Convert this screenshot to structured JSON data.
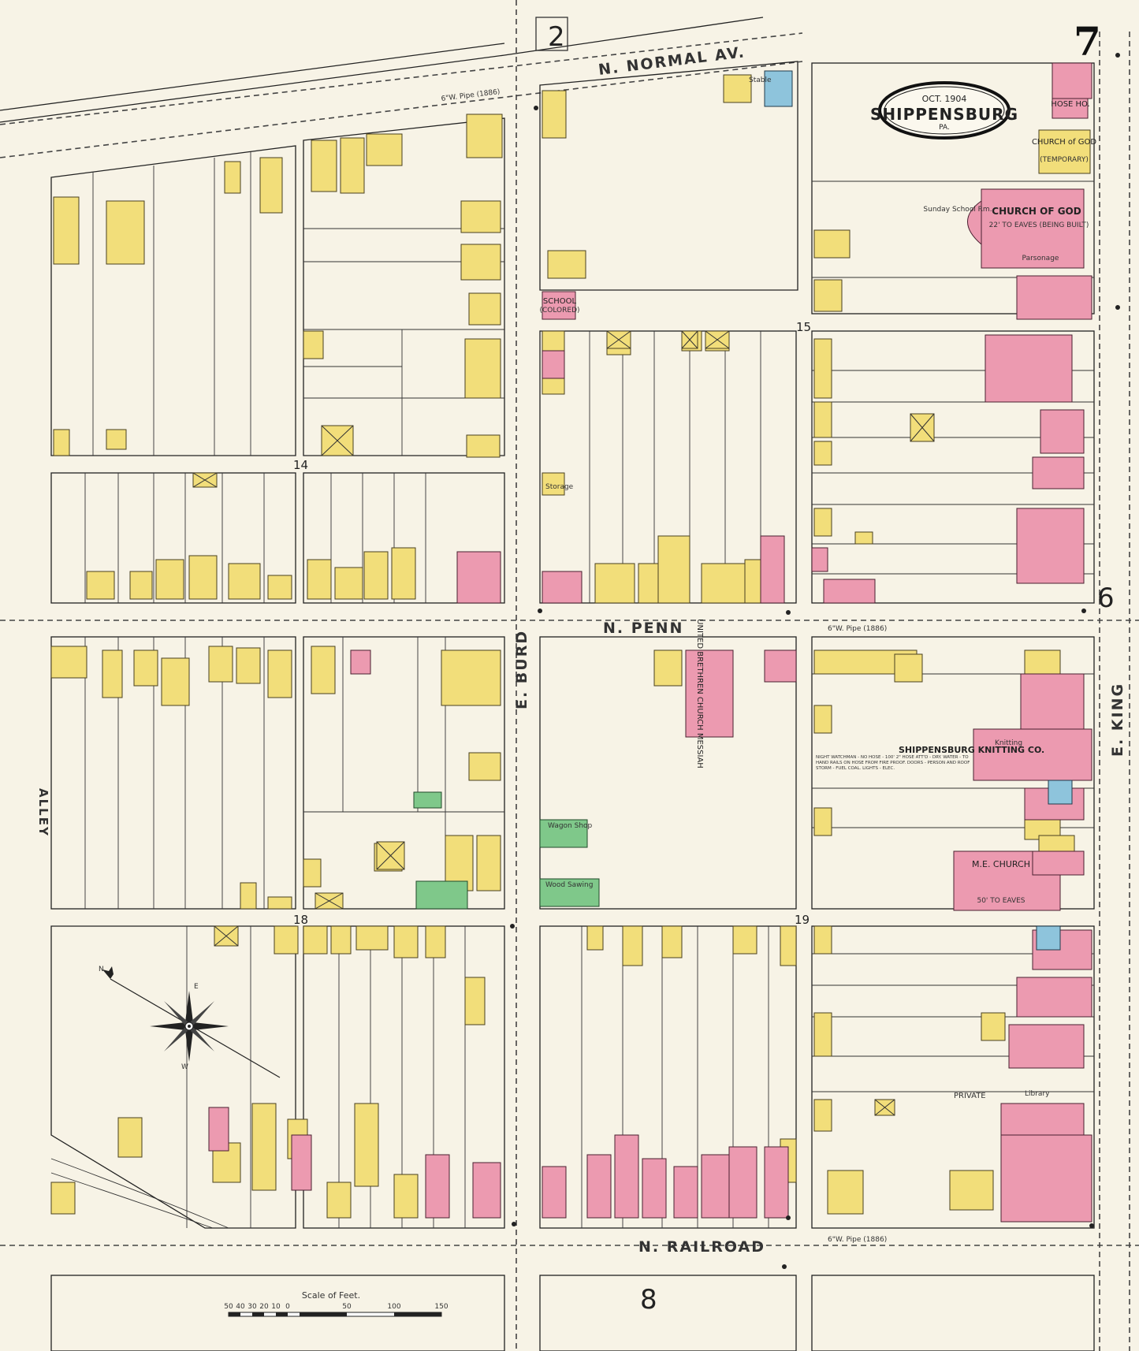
{
  "map": {
    "sheet_number": "7",
    "adjoining_sheets": {
      "north": "2",
      "south": "8",
      "east": "6"
    },
    "cartouche": {
      "date": "OCT. 1904",
      "city": "SHIPPENSBURG",
      "state": "PA."
    },
    "streets": {
      "north": "N. NORMAL AV.",
      "middle": "N. PENN",
      "south": "N. RAILROAD",
      "center": "E. BURD",
      "east": "E. KING",
      "west_alley": "ALLEY",
      "private": "PRIVATE"
    },
    "block_numbers": [
      "14",
      "15",
      "18",
      "19"
    ],
    "landmarks": {
      "church_of_god": "CHURCH OF GOD",
      "church_of_god_sub": "22' TO EAVES (BEING BUILT)",
      "sunday_school": "Sunday School Rm.",
      "parsonage": "Parsonage",
      "church_of_god_small": "CHURCH of GOD",
      "church_of_god_small_sub": "(TEMPORARY)",
      "hose_ho": "HOSE HO.",
      "school": "SCHOOL",
      "school_sub": "(COLORED)",
      "united_brethren": "UNITED BRETHREN CHURCH MESSIAH",
      "knitting_co": "SHIPPENSBURG KNITTING CO.",
      "knitting": "Knitting",
      "me_church": "M.E. CHURCH",
      "me_church_sub": "50' TO EAVES",
      "storage": "Storage",
      "wood_saw": "Wood Sawing",
      "wagon_shop": "Wagon Shop",
      "stable": "Stable",
      "library": "Library"
    },
    "notes": {
      "water_pipe": "6\"W. Pipe (1886)",
      "knitting_detail": "NIGHT WATCHMAN - NO HOSE - 100' 2\" HOSE ATT'D - DRY. WATER - TO HAND RAILS ON HOSE FROM FIRE PROOF. DOORS - PERSON AND ROOF STORM - FUEL COAL. LIGHTS - ELEC."
    },
    "scale": {
      "label": "Scale of Feet.",
      "ticks": [
        "50",
        "40",
        "30",
        "20",
        "10",
        "0",
        "50",
        "100",
        "150"
      ]
    },
    "compass": {
      "n": "N",
      "e": "E",
      "w": "W"
    },
    "colors": {
      "paper": "#f7f3e6",
      "frame": "#ffd96a",
      "brick": "#ec9ab0",
      "stone": "#8ec4dc",
      "special": "#7fc88a"
    }
  }
}
